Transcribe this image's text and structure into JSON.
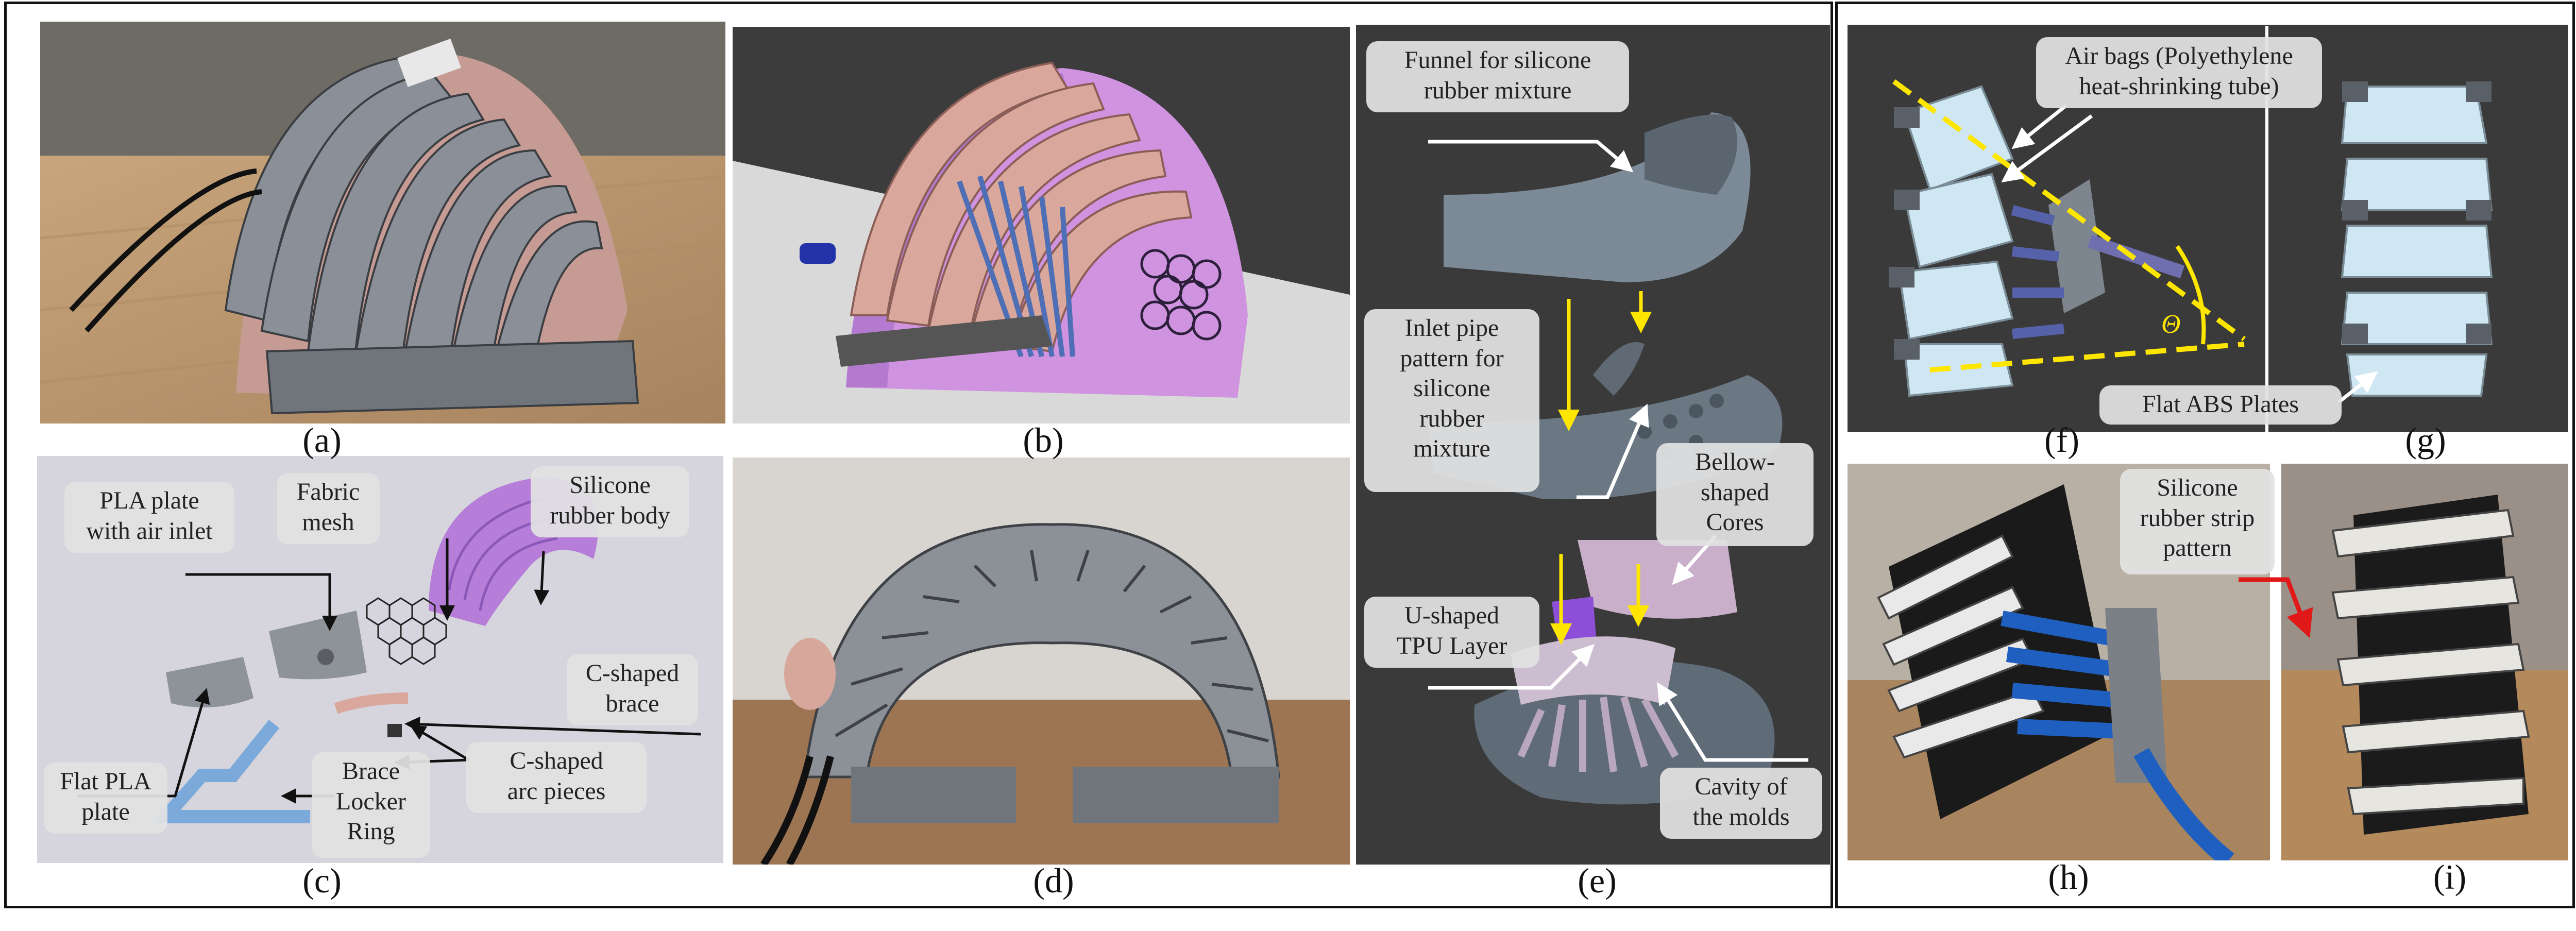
{
  "captions": [
    "(a)",
    "(b)",
    "(c)",
    "(d)",
    "(e)",
    "(f)",
    "(g)",
    "(h)",
    "(i)"
  ],
  "panel_c": {
    "labels": {
      "pla_plate_inlet": "PLA plate\nwith air inlet",
      "fabric_mesh": "Fabric\nmesh",
      "silicone_body": "Silicone\nrubber body",
      "c_brace": "C-shaped\nbrace",
      "flat_pla": "Flat PLA\nplate",
      "brace_locker": "Brace\nLocker\nRing",
      "c_arc": "C-shaped\narc pieces"
    }
  },
  "panel_e": {
    "labels": {
      "funnel": "Funnel for silicone\nrubber mixture",
      "inlet_pipe": "Inlet pipe\npattern for\nsilicone\nrubber\nmixture",
      "bellow": "Bellow-\nshaped\nCores",
      "tpu": "U-shaped\nTPU Layer",
      "cavity": "Cavity of\nthe molds"
    }
  },
  "panel_f": {
    "labels": {
      "air_bags": "Air bags (Polyethylene\nheat-shrinking tube)",
      "theta": "Θ"
    }
  },
  "panel_g": {
    "labels": {
      "flat_abs": "Flat ABS Plates"
    }
  },
  "panel_hi": {
    "labels": {
      "strip": "Silicone\nrubber strip\npattern"
    }
  },
  "colors": {
    "frame": "#111111",
    "callout_bg": "#e2e2e2",
    "render_bg": "#3a3a3a",
    "pla_gray": "#8a8f96",
    "silicone_pink": "#e7b3b3",
    "silicone_purple": "#b68ae0",
    "fabric_blue": "#7aa9da",
    "arrow_yellow": "#ffe600",
    "arrow_red": "#e01818",
    "air_bag": "#cfe6f3",
    "tube_blue": "#1f5fbf"
  }
}
